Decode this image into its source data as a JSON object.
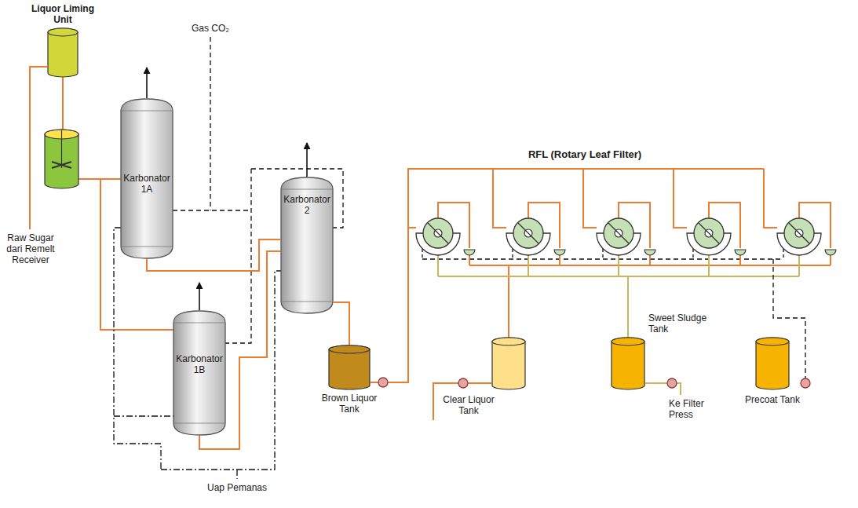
{
  "diagram": {
    "nodes": [
      {
        "text": [
          "Liquor Liming Unit"
        ]
      },
      {
        "text": [
          "Karbonator 1A"
        ]
      },
      {
        "text": [
          "Karbonator 1B"
        ]
      },
      {
        "text": [
          "Karbonator 2"
        ]
      },
      {
        "text": [
          "Brown Liquor Tank"
        ]
      },
      {
        "text": [
          "Clear Liquor Tank"
        ]
      },
      {
        "text": [
          "Sweet Sludge Tank"
        ]
      },
      {
        "text": [
          "Precoat Tank"
        ]
      }
    ],
    "edges": [
      {
        "from": 1,
        "to": 3,
        "arrow": "none"
      },
      {
        "from": 2,
        "to": 3,
        "arrow": "none"
      },
      {
        "from": 3,
        "to": 4,
        "arrow": "none"
      }
    ],
    "labels": [
      "Gas CO₂",
      "Raw Sugar dari Remelt Receiver",
      "RFL (Rotary Leaf Filter)",
      "Ke Filter Press",
      "Uap Pemanas"
    ]
  }
}
